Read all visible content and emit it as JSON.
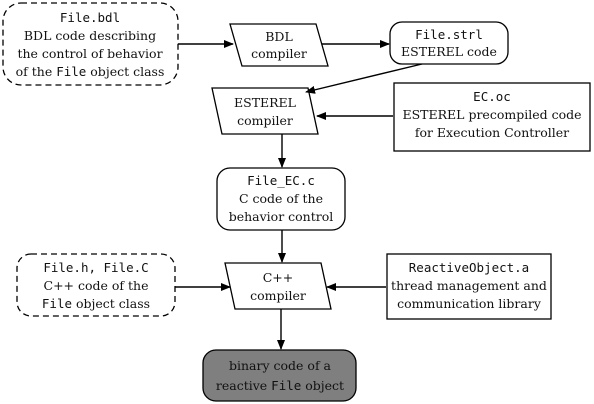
{
  "file_bdl": {
    "filename": "File.bdl",
    "line1": "BDL code describing",
    "line2": "the control of behavior",
    "line3_pre": "of the ",
    "line3_code": "File",
    "line3_post": " object class"
  },
  "bdl_compiler": {
    "line1": "BDL",
    "line2": "compiler"
  },
  "file_strl": {
    "filename": "File.strl",
    "desc": "ESTEREL code"
  },
  "esterel_compiler": {
    "line1": "ESTEREL",
    "line2": "compiler"
  },
  "ec_oc": {
    "filename": "EC.oc",
    "line1": "ESTEREL precompiled code",
    "line2": "for Execution Controller"
  },
  "file_ec_c": {
    "filename": "File_EC.c",
    "line1": "C code of the",
    "line2": "behavior control"
  },
  "file_h_c": {
    "filenames": "File.h, File.C",
    "line1": "C++ code of the",
    "line2_code": "File",
    "line2_post": " object class"
  },
  "cpp_compiler": {
    "line1": "C++",
    "line2": "compiler"
  },
  "reactive_object": {
    "filename": "ReactiveObject.a",
    "line1": "thread management and",
    "line2": "communication library"
  },
  "binary": {
    "line1": "binary code of a",
    "line2_pre": "reactive ",
    "line2_code": "File",
    "line2_post": " object"
  },
  "colors": {
    "stroke": "#000000",
    "binary_fill": "#7f7f7f",
    "background": "#ffffff"
  }
}
